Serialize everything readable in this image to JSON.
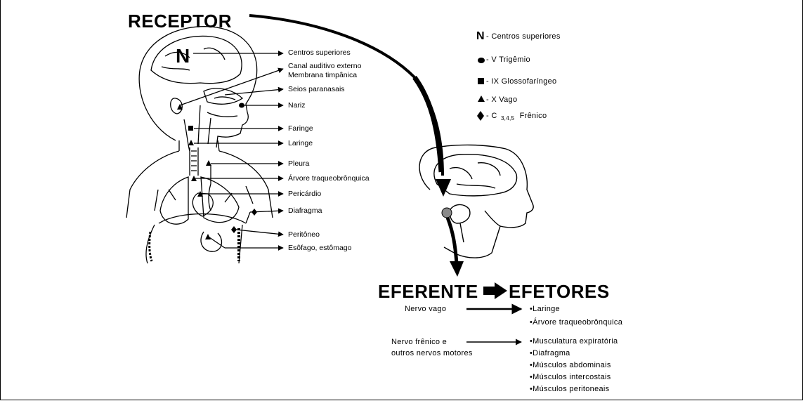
{
  "title_receptor": "RECEPTOR",
  "title_eferente": "EFERENTE",
  "title_efetores": "EFETORES",
  "receptor_labels": [
    "Centros superiores",
    "Canal auditivo externo",
    "Membrana timpânica",
    "Seios paranasais",
    "Nariz",
    "Faringe",
    "Laringe",
    "Pleura",
    "Árvore traqueobrônquica",
    "Pericárdio",
    "Diafragma",
    "Peritôneo",
    "Esôfago, estômago"
  ],
  "big_n": "N",
  "legend": [
    {
      "symbol": "N",
      "label": "- Centros superiores"
    },
    {
      "symbol": "oval",
      "label": "- V Trigêmio"
    },
    {
      "symbol": "square",
      "label": "- IX Glossofaríngeo"
    },
    {
      "symbol": "triangle",
      "label": "- X Vago"
    },
    {
      "symbol": "diamond",
      "label": "- C",
      "sub": "3,4,5",
      "label2": "Frênico"
    }
  ],
  "efferent": {
    "nerve1": "Nervo vago",
    "nerve2_line1": "Nervo frênico e",
    "nerve2_line2": "outros nervos motores",
    "effectors1": [
      "•Laringe",
      "•Árvore traqueobrônquica"
    ],
    "effectors2": [
      "•Musculatura expiratória",
      "•Diafragma",
      "•Músculos abdominais",
      "•Músculos intercostais",
      "•Músculos peritoneais"
    ]
  },
  "colors": {
    "ink": "#000000",
    "ganglion": "#8a8a8a"
  }
}
